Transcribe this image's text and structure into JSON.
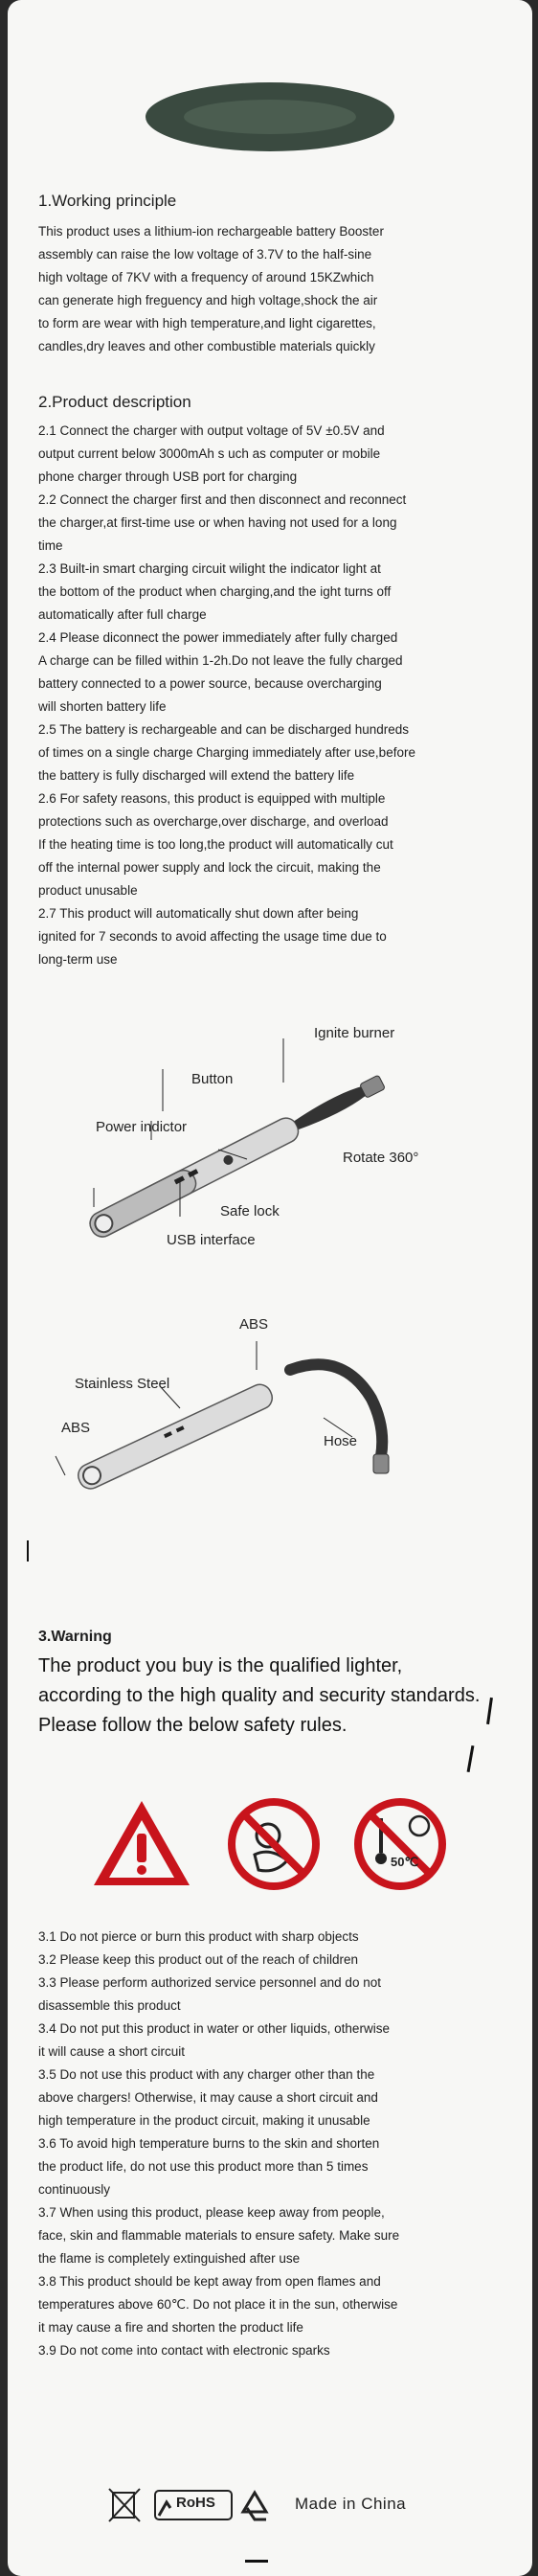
{
  "section1": {
    "heading": "1.Working principle",
    "lines": [
      "This product uses a lithium-ion rechargeable battery Booster",
      "assembly can raise the low voltage of 3.7V to the half-sine",
      "high voltage of 7KV with a frequency of around 15KZwhich",
      "can generate high freguency and high voltage,shock the air",
      "to form are wear with high temperature,and light cigarettes,",
      "candles,dry leaves and other combustible materials quickly"
    ]
  },
  "section2": {
    "heading": "2.Product description",
    "lines": [
      "2.1 Connect the charger with output voltage of 5V ±0.5V and",
      "output current below 3000mAh s uch as computer or mobile",
      "phone charger through USB port for charging",
      "2.2 Connect the charger first and then disconnect and reconnect",
      "the charger,at first-time use or when having not used for a long",
      "time",
      "2.3 Built-in smart charging circuit wilight the indicator light at",
      "the bottom of the product when charging,and the ight turns off",
      "automatically after full charge",
      "2.4 Please diconnect the power immediately after fully charged",
      "A charge can be filled within 1-2h.Do not leave the fully charged",
      "battery connected to a power source, because overcharging",
      "will shorten battery life",
      "2.5 The battery is rechargeable and can be discharged hundreds",
      "of times on a single charge Charging immediately after use,before",
      "the battery is fully discharged will extend the battery life",
      "2.6 For safety reasons, this product is equipped with multiple",
      "protections such as overcharge,over discharge, and overload",
      "If the heating time is too long,the product will automatically cut",
      "off the internal power supply and lock the circuit, making the",
      "product unusable",
      "2.7 This product will automatically shut down after being",
      "ignited for 7 seconds to avoid affecting the usage time due to",
      "long-term use"
    ]
  },
  "diagram1": {
    "ignite": "Ignite burner",
    "button": "Button",
    "power": "Power indictor",
    "rotate": "Rotate 360°",
    "safe": "Safe lock",
    "usb": "USB interface"
  },
  "diagram2": {
    "abs_top": "ABS",
    "steel": "Stainless Steel",
    "abs_left": "ABS",
    "hose": "Hose"
  },
  "section3": {
    "heading": "3.Warning",
    "intro": [
      "The product you buy is the qualified lighter,",
      "according to the high quality and security standards.",
      "Please follow the below safety rules."
    ],
    "temp_badge": "50℃",
    "rules": [
      "3.1 Do not pierce or burn this product with sharp objects",
      "3.2 Please keep this product out of the reach of children",
      "3.3 Please perform authorized service personnel and do not",
      "disassemble this product",
      "3.4 Do not put this product in water or other liquids, otherwise",
      "it will cause a short circuit",
      "3.5 Do not use this product with any charger other than the",
      "above chargers! Otherwise, it may cause a short circuit and",
      "high temperature in the product circuit, making it unusable",
      "3.6 To avoid high temperature burns to the skin and shorten",
      "the product life, do not use this product more than 5 times",
      "continuously",
      "3.7 When using this product, please keep away from people,",
      "face, skin and flammable materials to ensure safety. Make sure",
      "the flame is completely extinguished after use",
      "3.8 This product should be kept away from open flames and",
      "temperatures above 60℃. Do not place it in the sun, otherwise",
      "it may cause a fire and shorten the product life",
      "3.9 Do not come into contact with electronic sparks"
    ]
  },
  "footer": {
    "rohs": "RoHS",
    "made_in": "Made in China"
  },
  "colors": {
    "card": "#f7f7f5",
    "warning_red": "#c8141c",
    "text": "#1e1e1e"
  }
}
